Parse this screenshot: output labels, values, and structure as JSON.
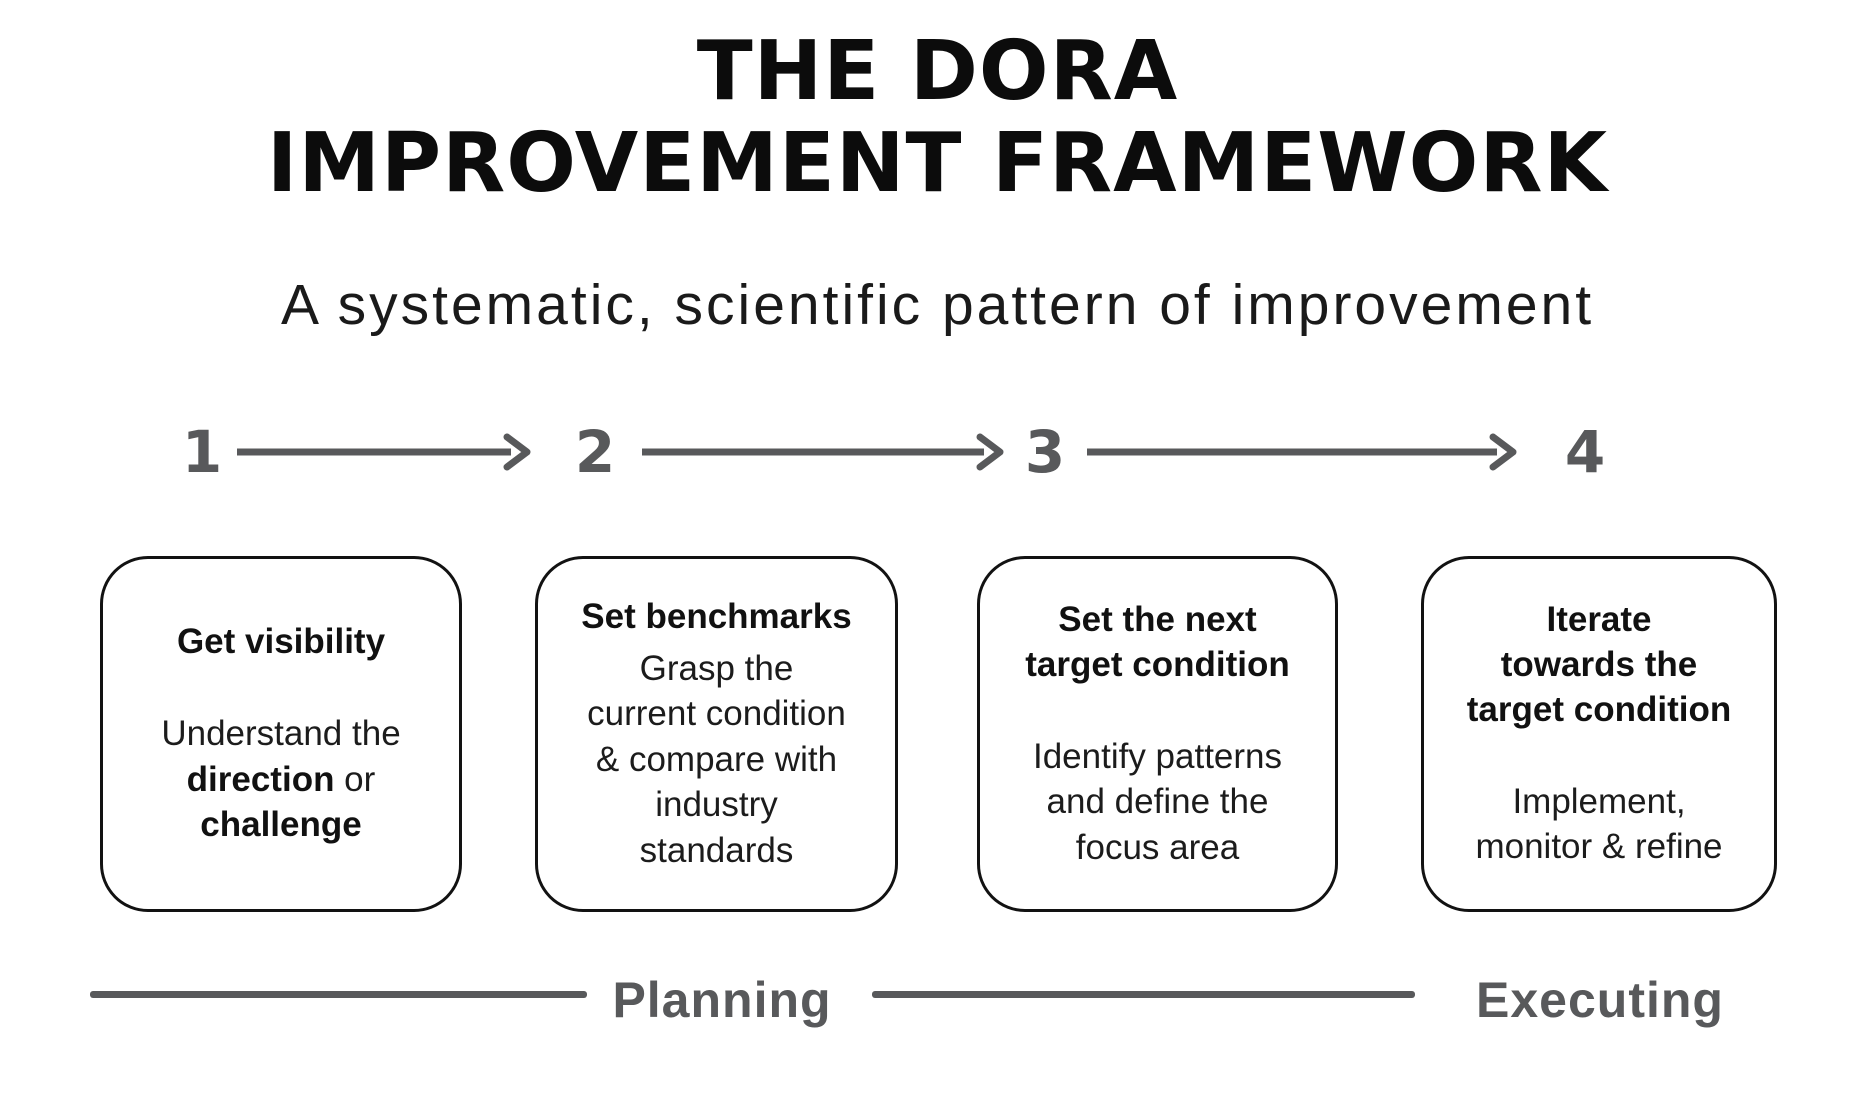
{
  "title": {
    "line1": "THE DORA",
    "line2": "IMPROVEMENT FRAMEWORK"
  },
  "subtitle": "A systematic, scientific pattern of improvement",
  "steps": {
    "numbers": [
      "1",
      "2",
      "3",
      "4"
    ]
  },
  "boxes": [
    {
      "title": "Get visibility",
      "body_text_1": "Understand the\n",
      "body_bold_1": "direction",
      "body_text_2": " or\n",
      "body_bold_2": "challenge"
    },
    {
      "title": "Set benchmarks",
      "body": "Grasp the\ncurrent condition\n& compare with\nindustry\nstandards"
    },
    {
      "title": "Set the next\ntarget condition",
      "body": "Identify patterns\nand define the\nfocus area"
    },
    {
      "title": "Iterate\ntowards the\ntarget condition",
      "body": "Implement,\nmonitor & refine"
    }
  ],
  "phases": {
    "planning": "Planning",
    "executing": "Executing"
  },
  "colors": {
    "accent_gray": "#58595b",
    "text_black": "#111111"
  }
}
